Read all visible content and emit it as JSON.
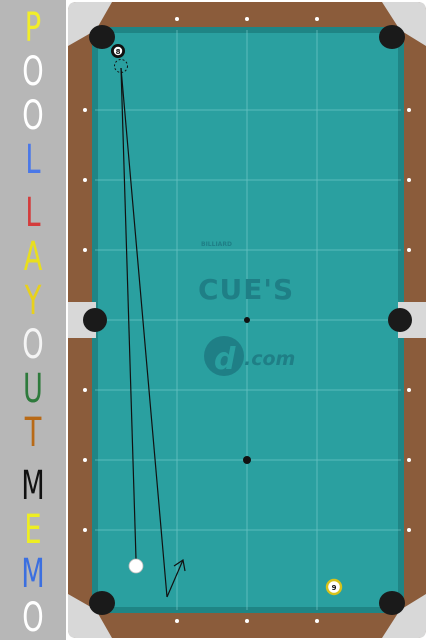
{
  "title": {
    "letters": [
      {
        "char": "P",
        "color": "#f2ee2a"
      },
      {
        "char": "O",
        "color": "#ffffff"
      },
      {
        "char": "O",
        "color": "#ffffff"
      },
      {
        "char": "L",
        "color": "#4a78e8"
      },
      {
        "char": "L",
        "color": "#d43b3b"
      },
      {
        "char": "A",
        "color": "#e9df1d"
      },
      {
        "char": "Y",
        "color": "#e8d11c"
      },
      {
        "char": "O",
        "color": "#f4f4f4"
      },
      {
        "char": "U",
        "color": "#2e7a3c"
      },
      {
        "char": "T",
        "color": "#b86a17"
      },
      {
        "char": "M",
        "color": "#111111"
      },
      {
        "char": "E",
        "color": "#eeee22"
      },
      {
        "char": "M",
        "color": "#3b6fe0"
      },
      {
        "char": "O",
        "color": "#ffffff"
      }
    ]
  },
  "table": {
    "cloth_color": "#2aa0a0",
    "rail_color": "#8b5c3b",
    "frame_color": "#ffffff",
    "pocket_color": "#1a1a1a",
    "line_color": "#111111"
  },
  "logos": {
    "brand_small": "BILLIARD",
    "brand_main": "CUE'S",
    "domain_letter": "d",
    "domain_text": ".com"
  },
  "balls": [
    {
      "label": "8",
      "kind": "eight-ball"
    },
    {
      "label": "9",
      "kind": "nine-ball"
    },
    {
      "label": "",
      "kind": "cue-ball"
    }
  ]
}
